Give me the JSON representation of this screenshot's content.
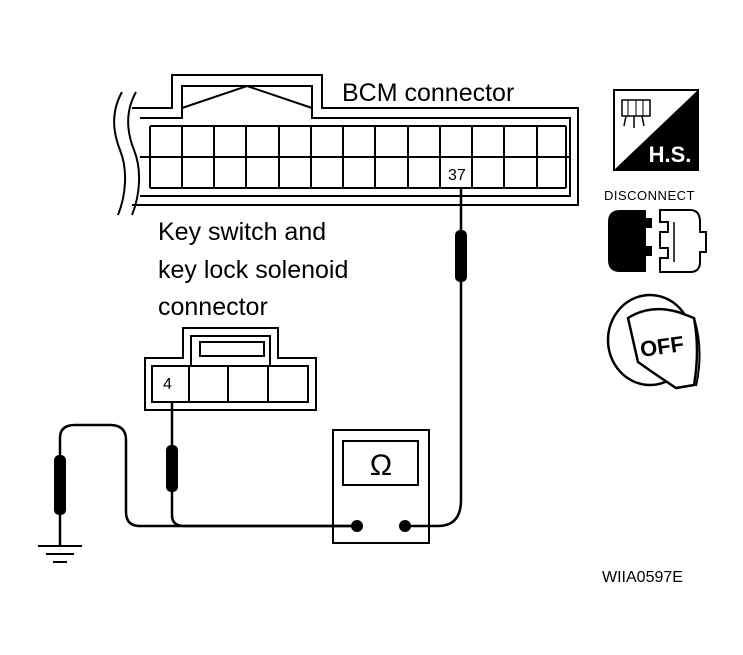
{
  "labels": {
    "bcm_connector": "BCM connector",
    "key_switch_line1": "Key switch and",
    "key_switch_line2": "key lock solenoid",
    "key_switch_line3": "connector",
    "bcm_pin": "37",
    "key_pin": "4",
    "meter_symbol": "Ω",
    "figure_code": "WIIA0597E"
  },
  "icons": {
    "hs_text": "H.S.",
    "disconnect_text": "DISCONNECT",
    "off_text": "OFF",
    "hs_icon": "harness-side-icon",
    "disconnect_icon": "connector-disconnect-icon",
    "ignition_icon": "ignition-key-off-icon",
    "ground_icon": "ground-icon",
    "ohmmeter_icon": "ohmmeter-icon"
  },
  "colors": {
    "line": "#000000",
    "background": "#ffffff"
  }
}
